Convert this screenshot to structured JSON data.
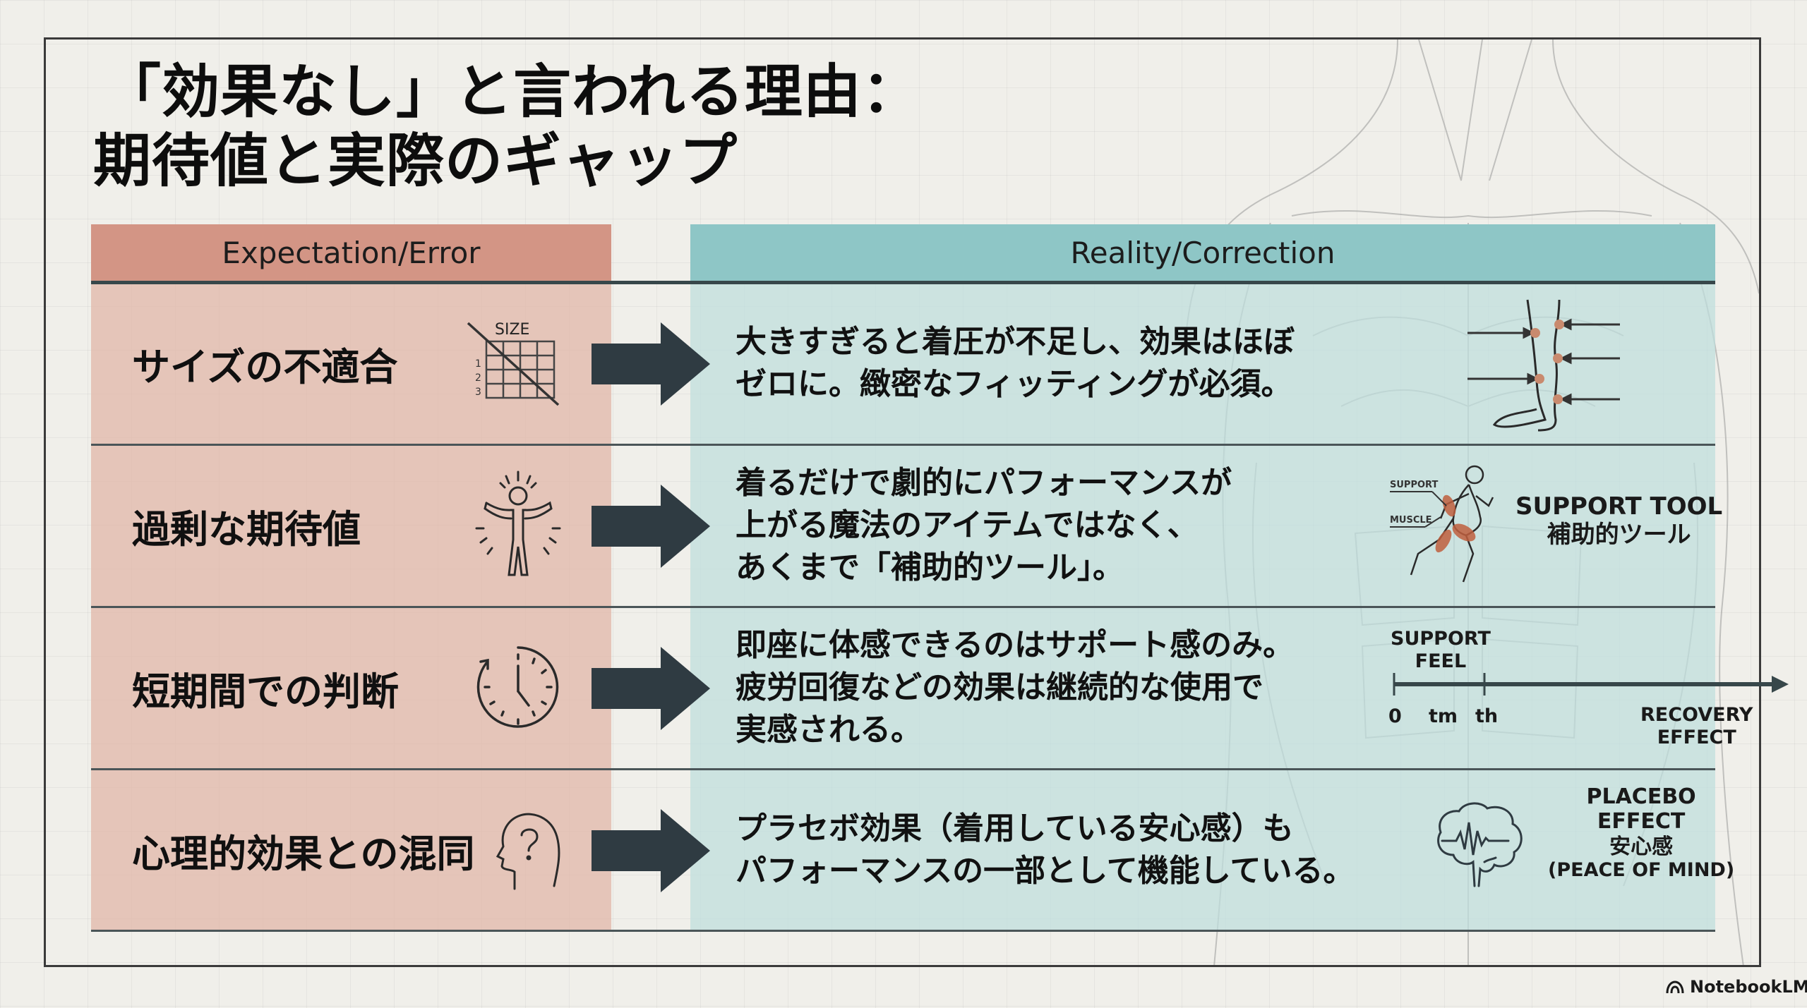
{
  "title": {
    "line1": "「効果なし」と言われる理由：",
    "line2": "期待値と実際のギャップ"
  },
  "headers": {
    "left": "Expectation/Error",
    "right": "Reality/Correction"
  },
  "colors": {
    "left_header": "#d39585",
    "left_body": "#e2b9aa",
    "right_header": "#8ec6c6",
    "right_body": "#bedede",
    "arrow": "#2f3b42",
    "background": "#f0efea"
  },
  "rows": [
    {
      "error": "サイズの不適合",
      "error_icon": "size-chart-icon",
      "icon_label": "SIZE",
      "size_rows": [
        "1",
        "2",
        "3"
      ],
      "reality_lines": [
        "大きすぎると着圧が不足し、効果はほぼ",
        "ゼロに。緻密なフィッティングが必須。"
      ],
      "reality_icon": "leg-compression-icon"
    },
    {
      "error": "過剰な期待値",
      "error_icon": "radiant-person-icon",
      "reality_lines": [
        "着るだけで劇的にパフォーマンスが",
        "上がる魔法のアイテムではなく、",
        "あくまで「補助的ツール」。"
      ],
      "reality_icon": "runner-muscle-icon",
      "illustration_labels": [
        "SUPPORT",
        "MUSCLE"
      ],
      "caption_lines": [
        "SUPPORT TOOL",
        "補助的ツール"
      ]
    },
    {
      "error": "短期間での判断",
      "error_icon": "clock-icon",
      "reality_lines": [
        "即座に体感できるのはサポート感のみ。",
        "疲労回復などの効果は継続的な使用で",
        "実感される。"
      ],
      "reality_icon": "timeline-icon",
      "timeline": {
        "top_label_lines": [
          "SUPPORT",
          "FEEL"
        ],
        "ticks": [
          "0",
          "tm",
          "th"
        ],
        "end_label_lines": [
          "RECOVERY",
          "EFFECT"
        ]
      }
    },
    {
      "error": "心理的効果との混同",
      "error_icon": "head-question-icon",
      "reality_lines": [
        "プラセボ効果（着用している安心感）も",
        "パフォーマンスの一部として機能している。"
      ],
      "reality_icon": "brain-pulse-icon",
      "caption_lines": [
        "PLACEBO",
        "EFFECT",
        "安心感",
        "(PEACE OF MIND)"
      ]
    }
  ],
  "branding": {
    "logo_text": "NotebookLM",
    "logo_icon": "notebooklm-logo-icon"
  }
}
